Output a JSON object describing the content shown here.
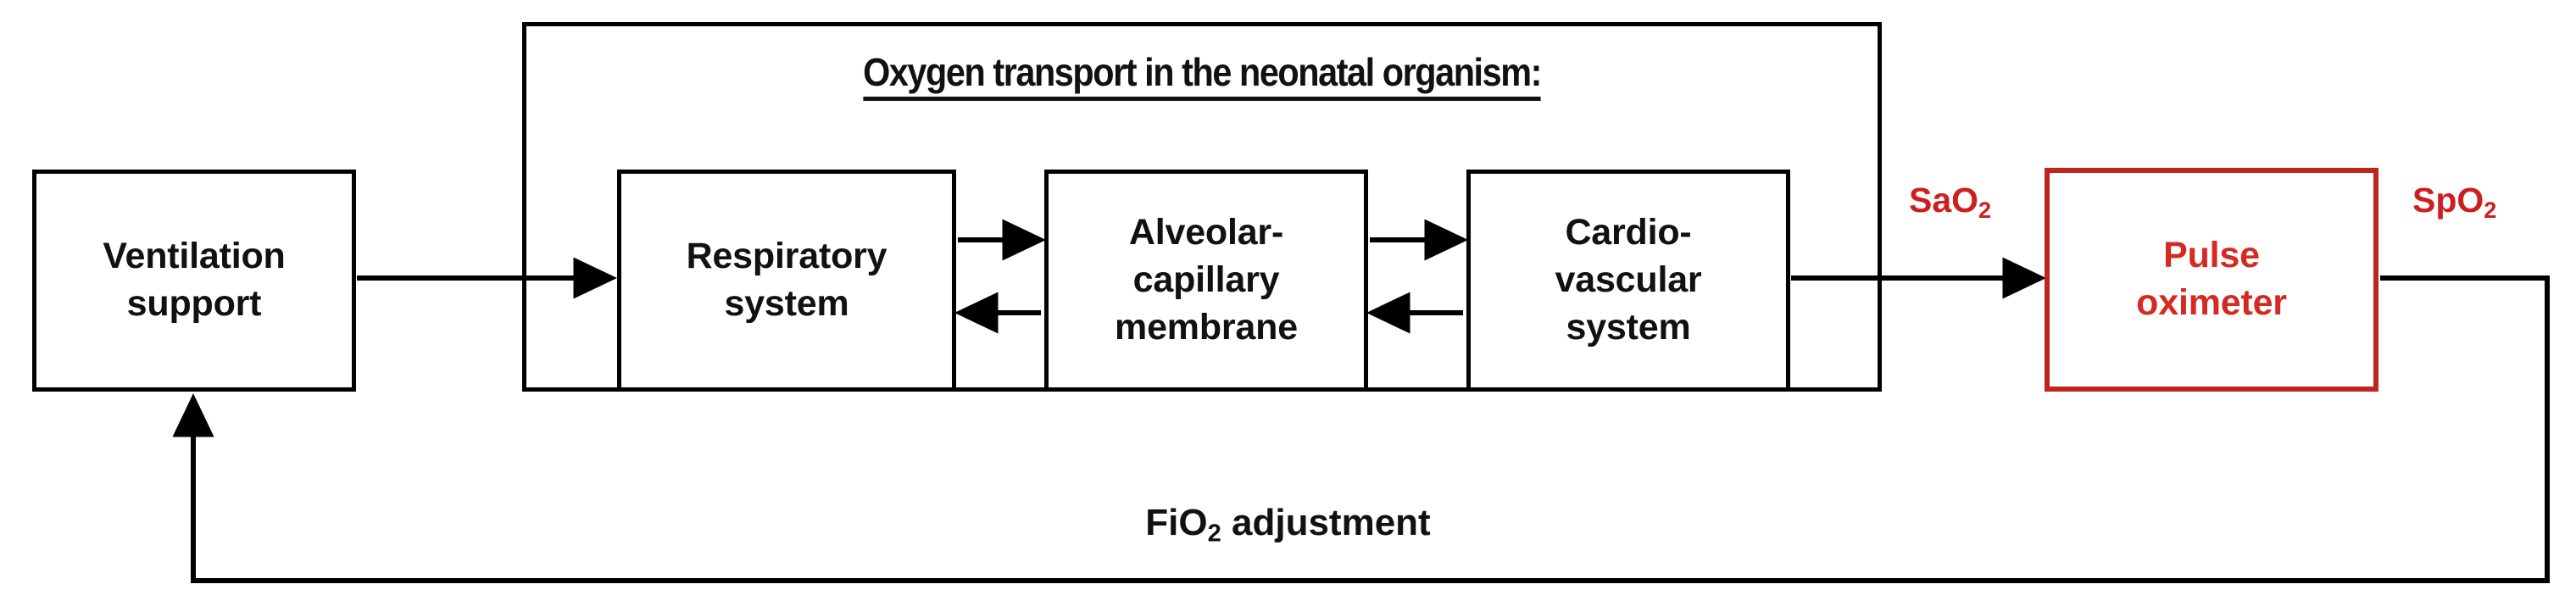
{
  "diagram": {
    "title": "Oxygen transport in the neonatal organism:",
    "colors": {
      "line": "#000000",
      "box_border": "#000000",
      "accent_red": "#CC2020",
      "red_box_border": "#C0241F",
      "background": "#FFFFFF"
    },
    "nodes": {
      "ventilation_support": {
        "line1": "Ventilation",
        "line2": "support"
      },
      "respiratory_system": {
        "line1": "Respiratory",
        "line2": "system"
      },
      "alveolar_capillary_membrane": {
        "line1": "Alveolar-",
        "line2": "capillary",
        "line3": "membrane"
      },
      "cardiovascular_system": {
        "line1": "Cardio-",
        "line2": "vascular",
        "line3": "system"
      },
      "pulse_oximeter": {
        "line1": "Pulse",
        "line2": "oximeter"
      }
    },
    "edge_labels": {
      "sao2_base": "SaO",
      "sao2_sub": "2",
      "spo2_base": "SpO",
      "spo2_sub": "2",
      "fio2_base": "FiO",
      "fio2_sub": "2",
      "fio2_rest": " adjustment"
    }
  }
}
